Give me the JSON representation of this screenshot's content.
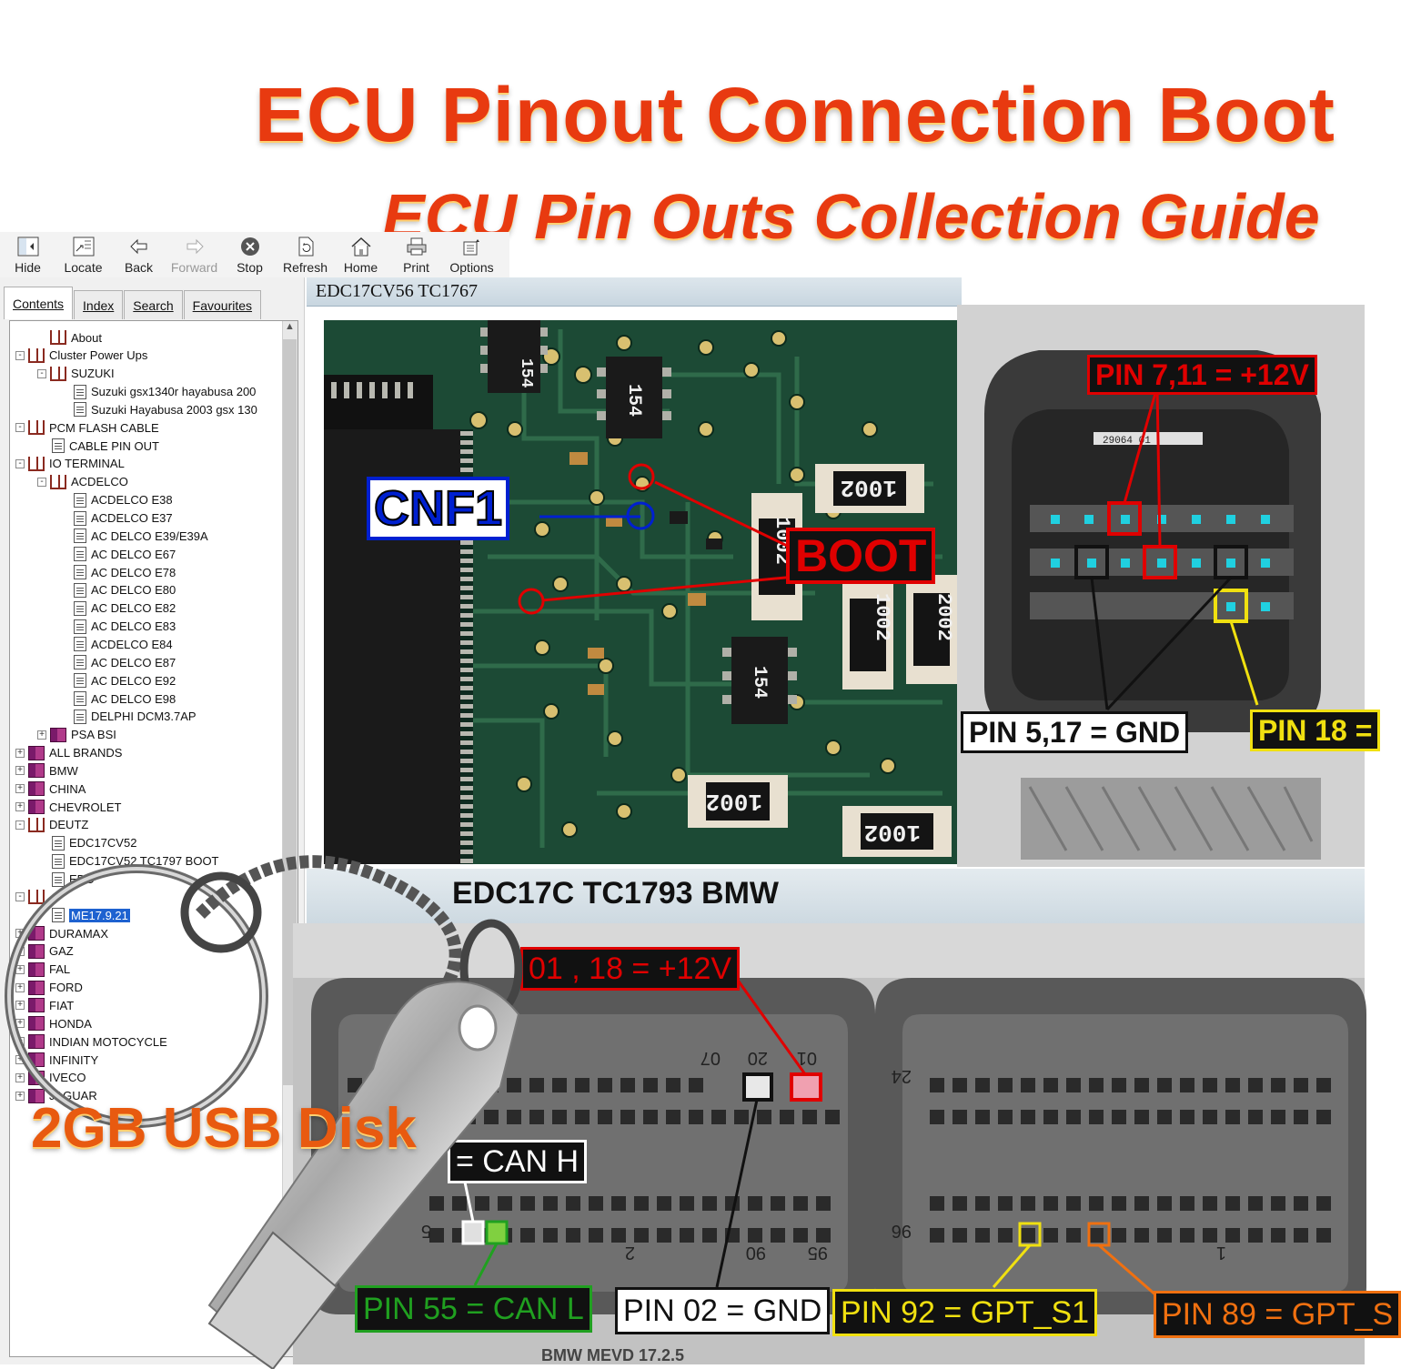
{
  "promo": {
    "title": "ECU Pinout Connection Boot",
    "subtitle": "ECU Pin Outs Collection Guide",
    "usb_label": "2GB USB Disk"
  },
  "toolbar": {
    "buttons": [
      {
        "label": "Hide",
        "icon": "hide-icon"
      },
      {
        "label": "Locate",
        "icon": "locate-icon"
      },
      {
        "label": "Back",
        "icon": "back-arrow-icon"
      },
      {
        "label": "Forward",
        "icon": "forward-arrow-icon",
        "disabled": true
      },
      {
        "label": "Stop",
        "icon": "stop-icon"
      },
      {
        "label": "Refresh",
        "icon": "refresh-icon"
      },
      {
        "label": "Home",
        "icon": "home-icon"
      },
      {
        "label": "Print",
        "icon": "print-icon"
      },
      {
        "label": "Options",
        "icon": "options-icon"
      }
    ]
  },
  "nav": {
    "tabs": [
      "Contents",
      "Index",
      "Search",
      "Favourites"
    ],
    "active_tab": "Contents",
    "tree": [
      {
        "label": "About",
        "level": 1,
        "icon": "open",
        "exp": ""
      },
      {
        "label": "Cluster Power Ups",
        "level": 0,
        "icon": "open",
        "exp": "-"
      },
      {
        "label": "SUZUKI",
        "level": 1,
        "icon": "open",
        "exp": "-"
      },
      {
        "label": "Suzuki gsx1340r hayabusa 200",
        "level": 2,
        "icon": "page",
        "exp": ""
      },
      {
        "label": "Suzuki Hayabusa 2003 gsx 130",
        "level": 2,
        "icon": "page",
        "exp": ""
      },
      {
        "label": "PCM FLASH CABLE",
        "level": 0,
        "icon": "open",
        "exp": "-"
      },
      {
        "label": "CABLE PIN OUT",
        "level": 1,
        "icon": "page",
        "exp": ""
      },
      {
        "label": "IO TERMINAL",
        "level": 0,
        "icon": "open",
        "exp": "-"
      },
      {
        "label": "ACDELCO",
        "level": 1,
        "icon": "open",
        "exp": "-"
      },
      {
        "label": "ACDELCO E38",
        "level": 2,
        "icon": "page",
        "exp": ""
      },
      {
        "label": "ACDELCO E37",
        "level": 2,
        "icon": "page",
        "exp": ""
      },
      {
        "label": "AC DELCO E39/E39A",
        "level": 2,
        "icon": "page",
        "exp": ""
      },
      {
        "label": "AC DELCO E67",
        "level": 2,
        "icon": "page",
        "exp": ""
      },
      {
        "label": "AC DELCO E78",
        "level": 2,
        "icon": "page",
        "exp": ""
      },
      {
        "label": "AC DELCO E80",
        "level": 2,
        "icon": "page",
        "exp": ""
      },
      {
        "label": "AC DELCO E82",
        "level": 2,
        "icon": "page",
        "exp": ""
      },
      {
        "label": "AC DELCO E83",
        "level": 2,
        "icon": "page",
        "exp": ""
      },
      {
        "label": "ACDELCO E84",
        "level": 2,
        "icon": "page",
        "exp": ""
      },
      {
        "label": "AC DELCO E87",
        "level": 2,
        "icon": "page",
        "exp": ""
      },
      {
        "label": "AC DELCO E92",
        "level": 2,
        "icon": "page",
        "exp": ""
      },
      {
        "label": "AC DELCO E98",
        "level": 2,
        "icon": "page",
        "exp": ""
      },
      {
        "label": "DELPHI DCM3.7AP",
        "level": 2,
        "icon": "page",
        "exp": ""
      },
      {
        "label": "PSA BSI",
        "level": 1,
        "icon": "book",
        "exp": "+"
      },
      {
        "label": "ALL BRANDS",
        "level": 0,
        "icon": "book",
        "exp": "+"
      },
      {
        "label": "BMW",
        "level": 0,
        "icon": "book",
        "exp": "+"
      },
      {
        "label": "CHINA",
        "level": 0,
        "icon": "book",
        "exp": "+"
      },
      {
        "label": "CHEVROLET",
        "level": 0,
        "icon": "book",
        "exp": "+"
      },
      {
        "label": "DEUTZ",
        "level": 0,
        "icon": "open",
        "exp": "-"
      },
      {
        "label": "EDC17CV52",
        "level": 1,
        "icon": "page",
        "exp": ""
      },
      {
        "label": "EDC17CV52 TC1797 BOOT",
        "level": 1,
        "icon": "page",
        "exp": ""
      },
      {
        "label": "EDC",
        "level": 1,
        "icon": "page",
        "exp": ""
      },
      {
        "label": "",
        "level": 0,
        "icon": "open",
        "exp": "-"
      },
      {
        "label": "ME17.9.21",
        "level": 1,
        "icon": "page",
        "exp": "",
        "selected": true
      },
      {
        "label": "DURAMAX",
        "level": 0,
        "icon": "book",
        "exp": "+"
      },
      {
        "label": "GAZ",
        "level": 0,
        "icon": "book",
        "exp": "+"
      },
      {
        "label": "FAL",
        "level": 0,
        "icon": "book",
        "exp": "+"
      },
      {
        "label": "FORD",
        "level": 0,
        "icon": "book",
        "exp": "+"
      },
      {
        "label": "FIAT",
        "level": 0,
        "icon": "book",
        "exp": "+"
      },
      {
        "label": "HONDA",
        "level": 0,
        "icon": "book",
        "exp": "+"
      },
      {
        "label": "INDIAN MOTOCYCLE",
        "level": 0,
        "icon": "book",
        "exp": "+"
      },
      {
        "label": "INFINITY",
        "level": 0,
        "icon": "book",
        "exp": "+"
      },
      {
        "label": "IVECO",
        "level": 0,
        "icon": "book",
        "exp": "+"
      },
      {
        "label": "JAGUAR",
        "level": 0,
        "icon": "book",
        "exp": "+"
      }
    ]
  },
  "content": {
    "page1_title": "EDC17CV56 TC1767",
    "page2_title": "EDC17C TC1793 BMW",
    "pcb_labels": {
      "cnf1": "CNF1",
      "boot": "BOOT"
    },
    "pcb_chip_codes": [
      "154",
      "154",
      "154",
      "1002",
      "1002",
      "1002",
      "1002",
      "1002",
      "2002"
    ],
    "connector1": {
      "part_code": "29064 01",
      "pin_12v": "PIN 7,11 = +12V",
      "pin_gnd": "PIN 5,17 = GND",
      "pin_18": "PIN 18 ="
    },
    "connector2": {
      "pin_12v": "01 , 18 = +12V",
      "can_h": "= CAN H",
      "can_l": "PIN 55 = CAN L",
      "gnd": "PIN 02 = GND",
      "gpt_s1": "PIN 92 = GPT_S1",
      "gpt_s2": "PIN 89 = GPT_S",
      "pin_numbers": [
        "07",
        "20",
        "01",
        "24",
        "96",
        "90",
        "95",
        "2",
        "1",
        "5"
      ],
      "footer": "BMW MEVD 17.2.5"
    },
    "colors": {
      "red": "#e00000",
      "blue": "#0020d0",
      "yellow": "#f0e010",
      "green": "#20a020",
      "orange": "#f07010",
      "cyan": "#20d0e0"
    }
  }
}
